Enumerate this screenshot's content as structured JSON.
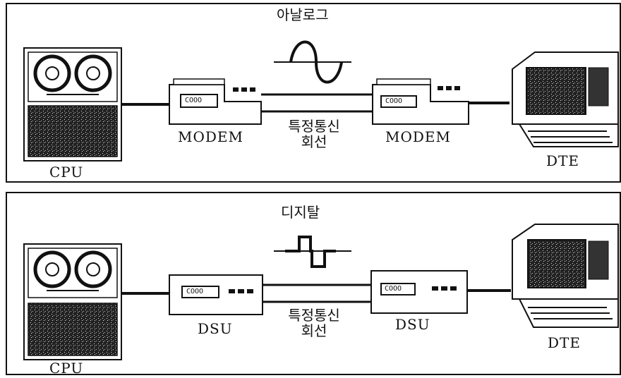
{
  "top_panel": {
    "title": "아날로그",
    "left_device": "CPU",
    "left_unit": "MODEM",
    "right_unit": "MODEM",
    "right_device": "DTE",
    "line_label": [
      "특정통신",
      "회선"
    ],
    "display_text": "COOO"
  },
  "bottom_panel": {
    "title": "디지탈",
    "left_device": "CPU",
    "left_unit": "DSU",
    "right_unit": "DSU",
    "right_device": "DTE",
    "line_label": [
      "특정통신",
      "회선"
    ],
    "display_text": "COOO"
  }
}
